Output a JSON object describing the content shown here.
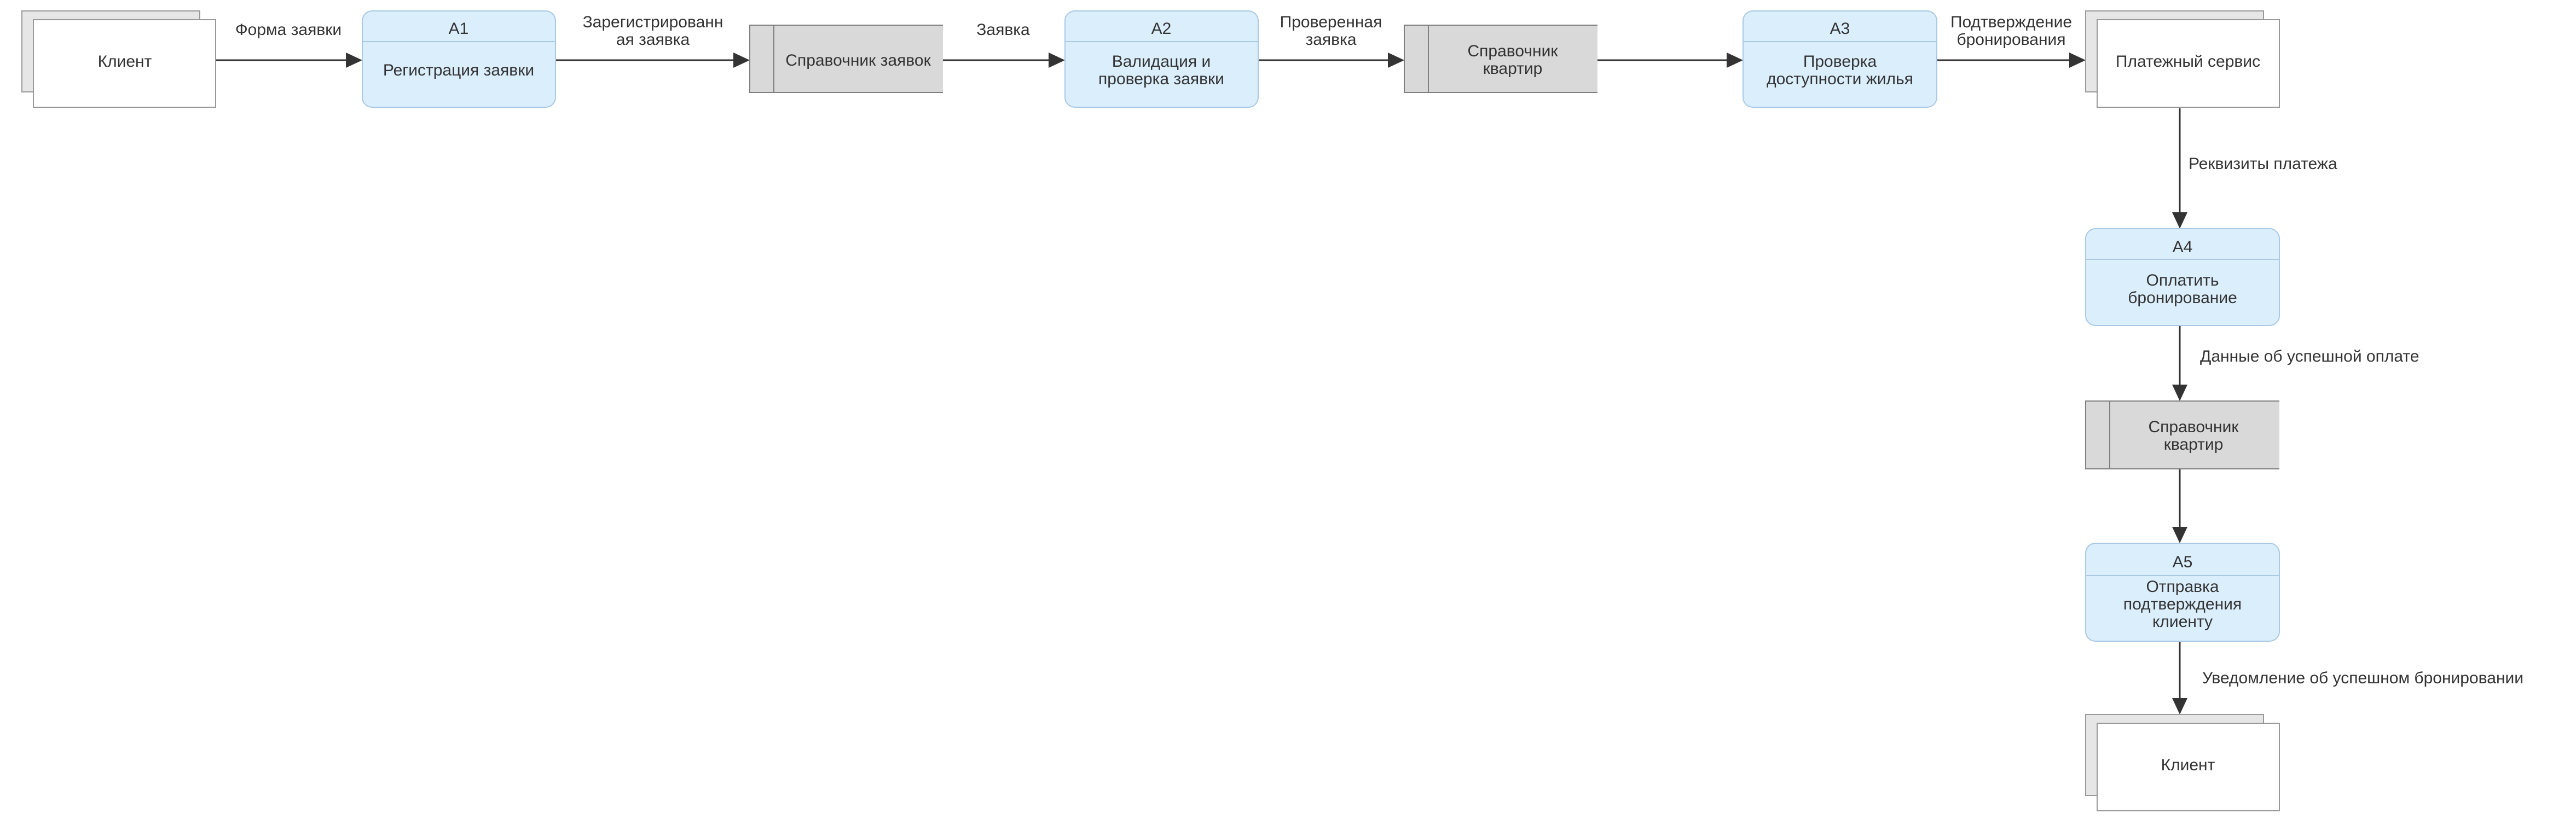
{
  "colors": {
    "process_fill": "#dbeefc",
    "process_border": "#a9c8e3",
    "store_fill": "#d9d9d9",
    "entity_shadow": "#e6e6e6",
    "line": "#333333",
    "text": "#333333"
  },
  "entities": {
    "client_in": "Клиент",
    "payment_service": "Платежный сервис",
    "client_out": "Клиент"
  },
  "processes": {
    "a1": {
      "id": "A1",
      "title": "Регистрация заявки"
    },
    "a2": {
      "id": "A2",
      "title_line1": "Валидация и",
      "title_line2": "проверка заявки"
    },
    "a3": {
      "id": "A3",
      "title_line1": "Проверка",
      "title_line2": "доступности жилья"
    },
    "a4": {
      "id": "A4",
      "title_line1": "Оплатить",
      "title_line2": "бронирование"
    },
    "a5": {
      "id": "A5",
      "title_line1": "Отправка",
      "title_line2": "подтверждения",
      "title_line3": "клиенту"
    }
  },
  "stores": {
    "requests": "Справочник заявок",
    "apartments_1": {
      "line1": "Справочник",
      "line2": "квартир"
    },
    "apartments_2": {
      "line1": "Справочник",
      "line2": "квартир"
    }
  },
  "flows": {
    "request_form": "Форма заявки",
    "registered_request": {
      "line1": "Зарегистрированн",
      "line2": "ая заявка"
    },
    "request": "Заявка",
    "checked_request": {
      "line1": "Проверенная",
      "line2": "заявка"
    },
    "booking_confirmation": {
      "line1": "Подтверждение",
      "line2": "бронирования"
    },
    "payment_details": "Реквизиты платежа",
    "payment_success": "Данные об успешной оплате",
    "booking_notification": "Уведомление об успешном бронировании"
  }
}
